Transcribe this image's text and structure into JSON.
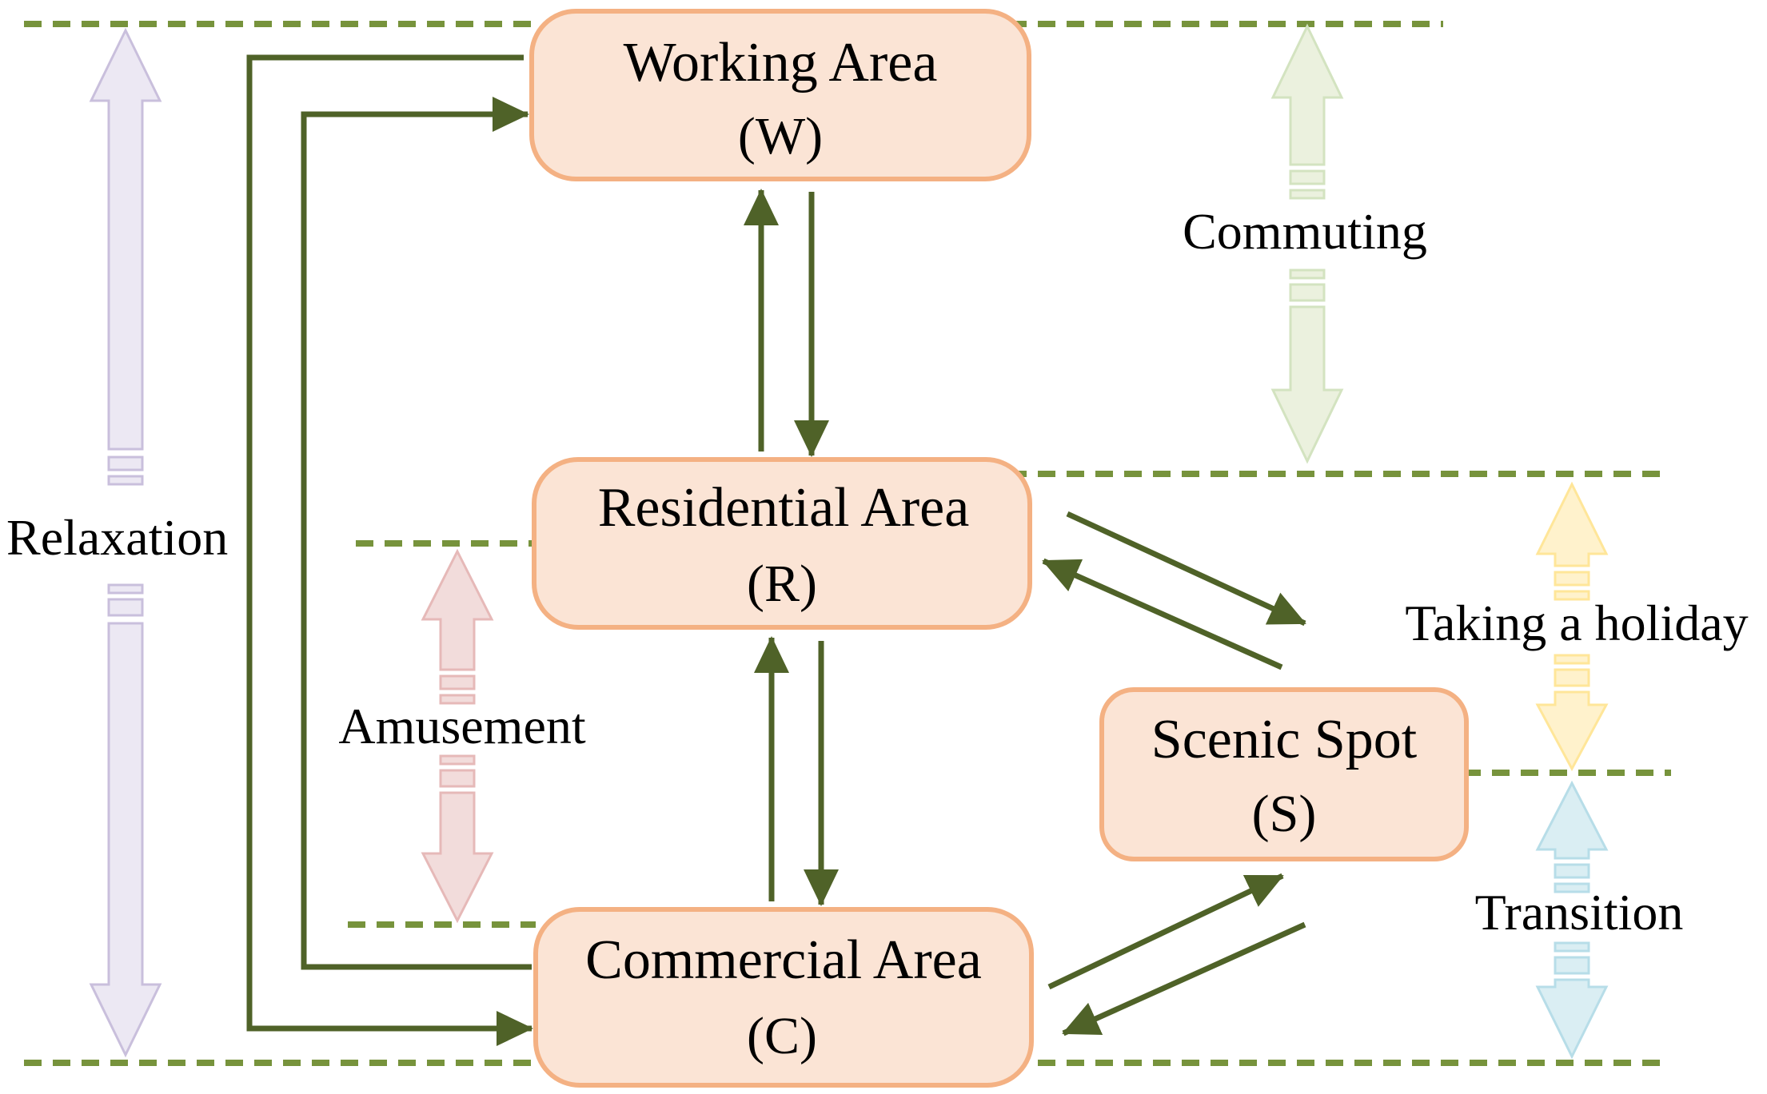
{
  "nodes": {
    "working": {
      "title": "Working Area",
      "code": "(W)"
    },
    "residential": {
      "title": "Residential Area",
      "code": "(R)"
    },
    "commercial": {
      "title": "Commercial Area",
      "code": "(C)"
    },
    "scenic": {
      "title": "Scenic Spot",
      "code": "(S)"
    }
  },
  "labels": {
    "relaxation": "Relaxation",
    "commuting": "Commuting",
    "amusement": "Amusement",
    "holiday": "Taking a holiday",
    "transition": "Transition"
  },
  "colors": {
    "node_fill": "#fbe4d5",
    "node_border": "#f4b183",
    "flow_arrow": "#4f6228",
    "dashed_line": "#77933c",
    "relaxation_arrow": "#ece8f3",
    "commuting_arrow": "#ebf1de",
    "amusement_arrow": "#f2dcdb",
    "holiday_arrow": "#fff2cc",
    "transition_arrow": "#daeef3"
  }
}
